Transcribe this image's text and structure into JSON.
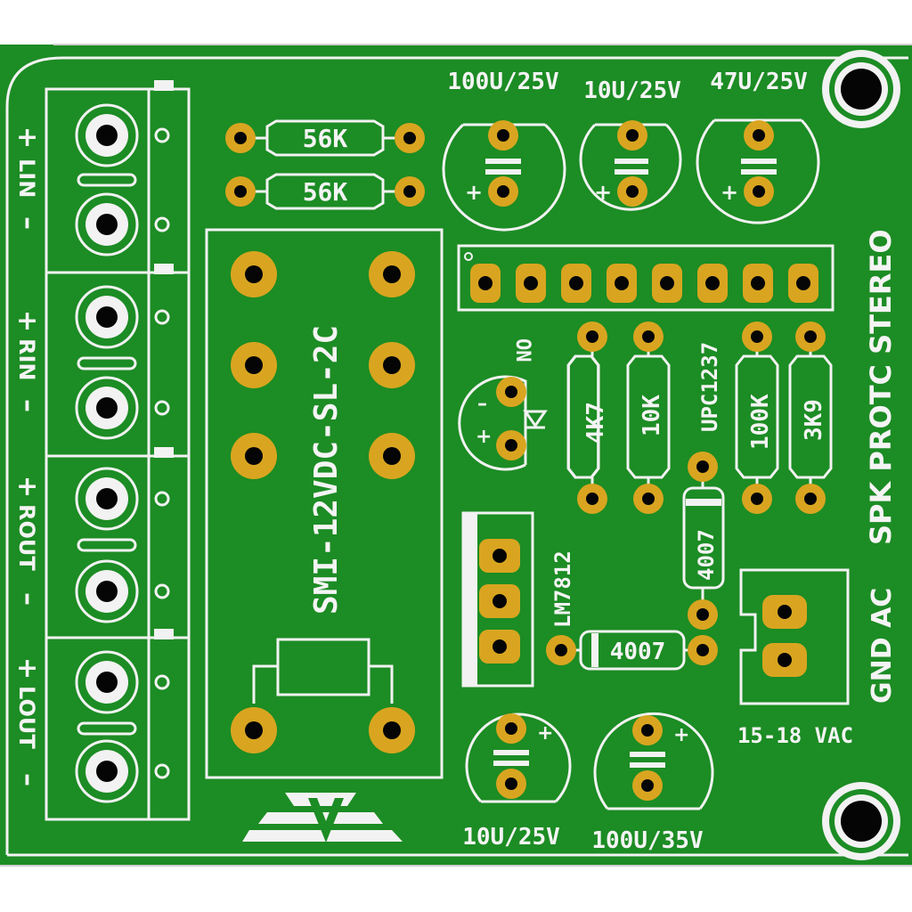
{
  "board": {
    "colors": {
      "soldermask": "#1c8c24",
      "silkscreen": "#f4f4f4",
      "pad": "#d9a520",
      "drill": "#050505",
      "background": "#ffffff"
    },
    "title_vertical": "SPK PROTC STEREO",
    "power_label_vertical": "GND AC",
    "supply_voltage": "15-18 VAC",
    "terminals": {
      "lin_plus": "+",
      "lin_label": "LIN",
      "lin_minus": "–",
      "rin_plus": "+",
      "rin_label": "RIN",
      "rin_minus": "–",
      "rout_plus": "+",
      "rout_label": "ROUT",
      "rout_minus": "–",
      "lout_plus": "+",
      "lout_label": "LOUT",
      "lout_minus": "–"
    },
    "relay": "SMI-12VDC-SL-2C",
    "resistors": {
      "r1": "56K",
      "r2": "56K",
      "r3": "4K7",
      "r4": "10K",
      "r5": "100K",
      "r6": "3K9"
    },
    "capacitors": {
      "c1": "100U/25V",
      "c2": "10U/25V",
      "c3": "47U/25V",
      "c4": "10U/25V",
      "c5": "100U/35V"
    },
    "plus_sign": "+",
    "minus_sign": "–",
    "led_label": "ON",
    "ic": "UPC1237",
    "regulator": "LM7812",
    "diodes": {
      "d1": "4007",
      "d2": "4007"
    }
  }
}
